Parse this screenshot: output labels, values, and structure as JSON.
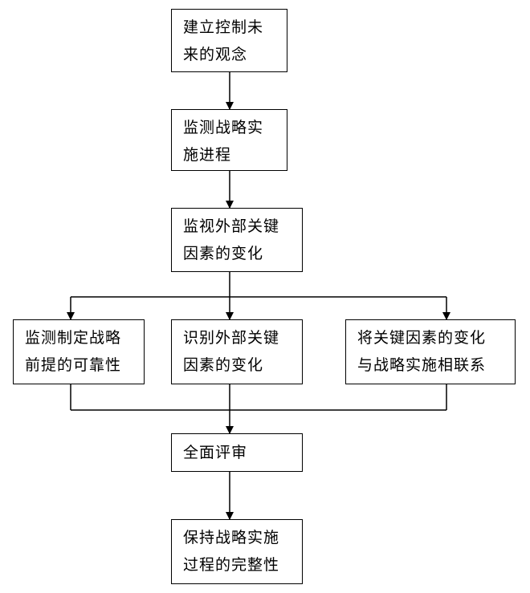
{
  "nodes": {
    "n1": {
      "line1": "建立控制未",
      "line2": "来的观念"
    },
    "n2": {
      "line1": "监测战略实",
      "line2": "施进程"
    },
    "n3": {
      "line1": "监视外部关键",
      "line2": "因素的变化"
    },
    "n4a": {
      "line1": "监测制定战略",
      "line2": "前提的可靠性"
    },
    "n4b": {
      "line1": "识别外部关键",
      "line2": "因素的变化"
    },
    "n4c": {
      "line1": "将关键因素的变化",
      "line2": "与战略实施相联系"
    },
    "n5": {
      "line1": "全面评审"
    },
    "n6": {
      "line1": "保持战略实施",
      "line2": "过程的完整性"
    }
  }
}
